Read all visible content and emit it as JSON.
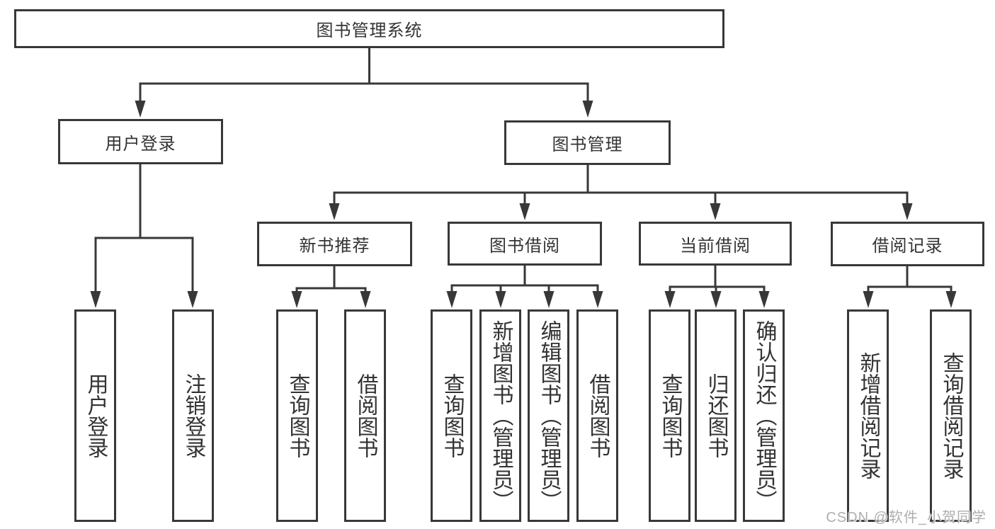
{
  "tree": {
    "label": "图书管理系统",
    "children": [
      {
        "label": "用户登录",
        "children": [
          {
            "label": "用户登录"
          },
          {
            "label": "注销登录"
          }
        ]
      },
      {
        "label": "图书管理",
        "children": [
          {
            "label": "新书推荐",
            "children": [
              {
                "label": "查询图书"
              },
              {
                "label": "借阅图书"
              }
            ]
          },
          {
            "label": "图书借阅",
            "children": [
              {
                "label": "查询图书"
              },
              {
                "label": "新增图书（管理员）"
              },
              {
                "label": "编辑图书（管理员）"
              },
              {
                "label": "借阅图书"
              }
            ]
          },
          {
            "label": "当前借阅",
            "children": [
              {
                "label": "查询图书"
              },
              {
                "label": "归还图书"
              },
              {
                "label": "确认归还（管理员）"
              }
            ]
          },
          {
            "label": "借阅记录",
            "children": [
              {
                "label": "新增借阅记录"
              },
              {
                "label": "查询借阅记录"
              }
            ]
          }
        ]
      }
    ]
  },
  "watermark": {
    "text": "CSDN @软件_小贺同学"
  },
  "colors": {
    "line": "#383838",
    "text": "#333333",
    "watermark_gray": "#aeaeae",
    "background": "#ffffff"
  }
}
